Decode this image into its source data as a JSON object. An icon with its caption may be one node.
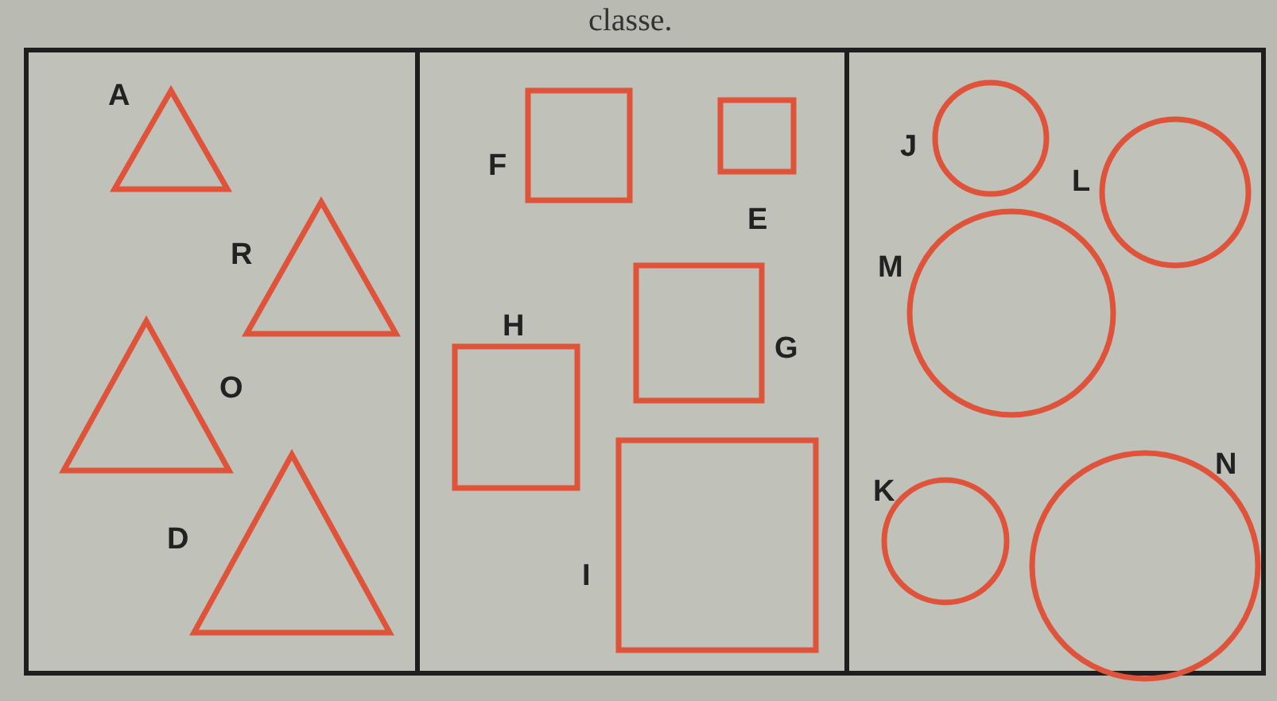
{
  "diagram": {
    "nodes": [
      {
        "text": [],
        "shape": "box"
      },
      {
        "text": [],
        "shape": "triangle",
        "in": 0,
        "beside": [
          "A"
        ]
      },
      {
        "text": [],
        "shape": "triangle",
        "in": 0,
        "beside": [
          "R"
        ]
      },
      {
        "text": [],
        "shape": "triangle",
        "in": 0,
        "beside": [
          "O"
        ]
      },
      {
        "text": [],
        "shape": "triangle",
        "in": 0,
        "beside": [
          "D"
        ]
      },
      {
        "text": [],
        "shape": "box"
      },
      {
        "text": [],
        "shape": "square",
        "in": 5,
        "beside": [
          "F"
        ]
      },
      {
        "text": [],
        "shape": "square",
        "in": 5,
        "beside": [
          "E"
        ]
      },
      {
        "text": [],
        "shape": "square",
        "in": 5,
        "beside": [
          "H"
        ]
      },
      {
        "text": [],
        "shape": "square",
        "in": 5,
        "beside": [
          "G"
        ]
      },
      {
        "text": [],
        "shape": "square",
        "in": 5,
        "beside": [
          "I"
        ]
      },
      {
        "text": [],
        "shape": "box"
      },
      {
        "text": [],
        "shape": "circle",
        "in": 11,
        "beside": [
          "J"
        ]
      },
      {
        "text": [],
        "shape": "circle",
        "in": 11,
        "beside": [
          "L"
        ]
      },
      {
        "text": [],
        "shape": "circle",
        "in": 11,
        "beside": [
          "M"
        ]
      },
      {
        "text": [],
        "shape": "circle",
        "in": 11,
        "beside": [
          "K"
        ]
      },
      {
        "text": [],
        "shape": "circle",
        "in": 11,
        "beside": [
          "N"
        ]
      }
    ],
    "labels": [
      "classe."
    ]
  }
}
